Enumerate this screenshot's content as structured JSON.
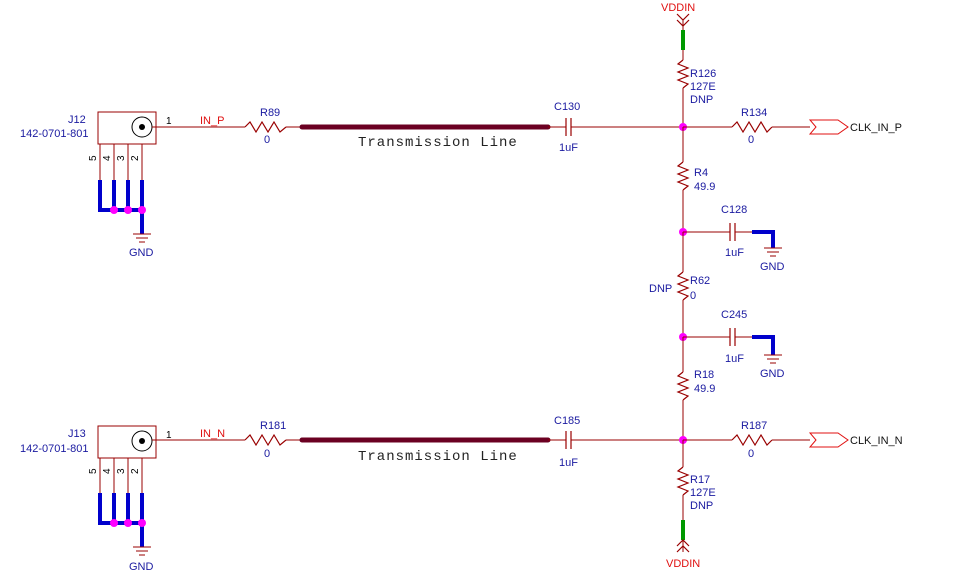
{
  "power": {
    "top": "VDDIN",
    "bottom": "VDDIN"
  },
  "ground": {
    "label": "GND"
  },
  "connectors": [
    {
      "ref": "J12",
      "part": "142-0701-801",
      "pin1": "1",
      "pins": [
        "5",
        "4",
        "3",
        "2"
      ],
      "net": "IN_P"
    },
    {
      "ref": "J13",
      "part": "142-0701-801",
      "pin1": "1",
      "pins": [
        "5",
        "4",
        "3",
        "2"
      ],
      "net": "IN_N"
    }
  ],
  "resistors": {
    "R89": {
      "ref": "R89",
      "value": "0"
    },
    "R181": {
      "ref": "R181",
      "value": "0"
    },
    "R126": {
      "ref": "R126",
      "value": "127E",
      "note": "DNP"
    },
    "R134": {
      "ref": "R134",
      "value": "0"
    },
    "R4": {
      "ref": "R4",
      "value": "49.9"
    },
    "R62": {
      "ref": "R62",
      "value": "0",
      "note": "DNP"
    },
    "R18": {
      "ref": "R18",
      "value": "49.9"
    },
    "R187": {
      "ref": "R187",
      "value": "0"
    },
    "R17": {
      "ref": "R17",
      "value": "127E",
      "note": "DNP"
    }
  },
  "capacitors": {
    "C130": {
      "ref": "C130",
      "value": "1uF"
    },
    "C185": {
      "ref": "C185",
      "value": "1uF"
    },
    "C128": {
      "ref": "C128",
      "value": "1uF"
    },
    "C245": {
      "ref": "C245",
      "value": "1uF"
    }
  },
  "transmission_line": {
    "label": "Transmission Line"
  },
  "outputs": {
    "p": "CLK_IN_P",
    "n": "CLK_IN_N"
  }
}
